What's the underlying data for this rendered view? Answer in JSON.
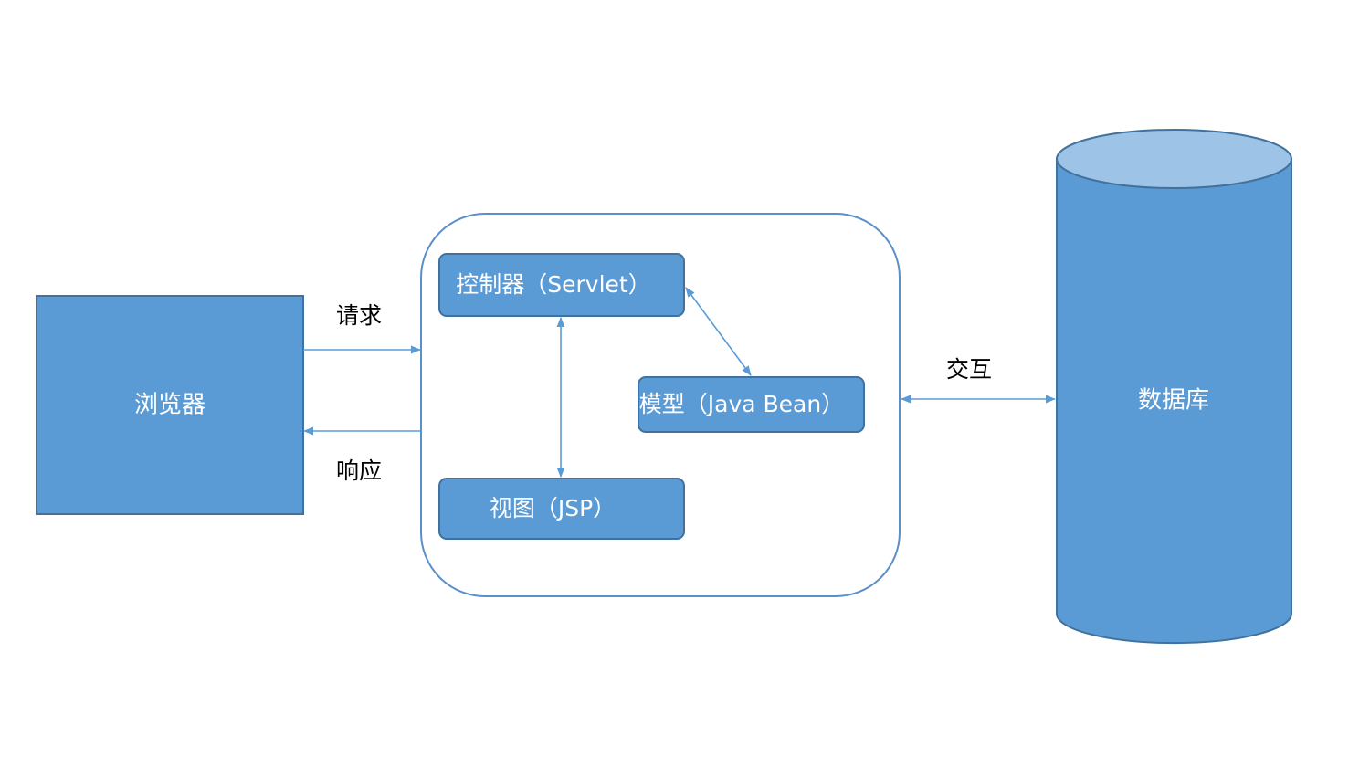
{
  "diagram": {
    "nodes": {
      "browser": {
        "label": "浏览器"
      },
      "controller": {
        "label": "控制器（Servlet）"
      },
      "model": {
        "label": "模型（Java Bean）"
      },
      "view": {
        "label": "视图（JSP）"
      },
      "database": {
        "label": "数据库"
      }
    },
    "edges": {
      "request": {
        "label": "请求"
      },
      "response": {
        "label": "响应"
      },
      "interact": {
        "label": "交互"
      }
    },
    "colors": {
      "fill": "#5b9bd5",
      "stroke": "#41719c",
      "cylinder_top": "#9dc3e6",
      "container_stroke": "#5b8fc9",
      "arrow": "#5b9bd5",
      "node_text": "#ffffff",
      "edge_text": "#000000"
    }
  }
}
